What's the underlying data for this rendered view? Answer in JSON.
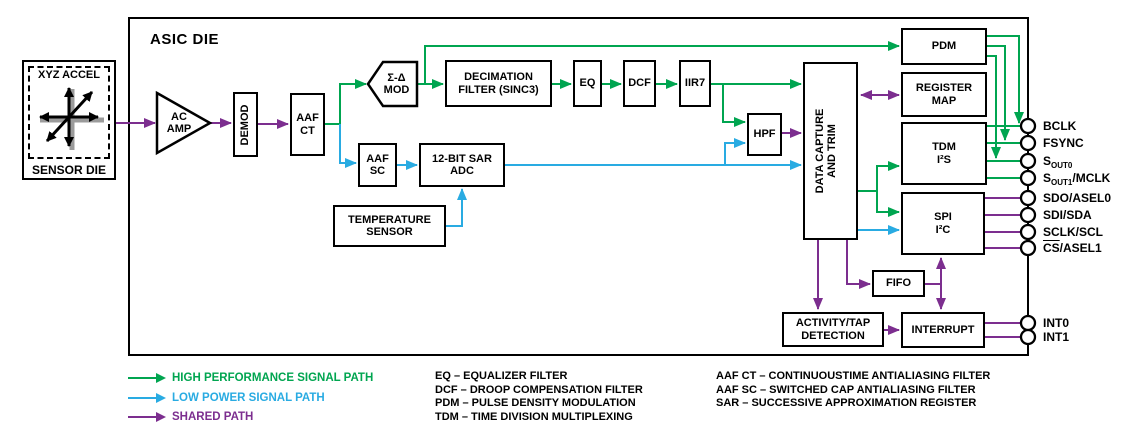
{
  "colors": {
    "high_performance": "#00A550",
    "low_power": "#29ABE2",
    "shared": "#7C2E8F"
  },
  "asic": {
    "title": "ASIC DIE"
  },
  "sensor": {
    "title": "XYZ ACCEL",
    "caption": "SENSOR DIE"
  },
  "blocks": {
    "ac_amp": "AC\nAMP",
    "demod": "DEMOD",
    "aaf_ct": "AAF\nCT",
    "sigma_delta_mod": "Σ-Δ\nMOD",
    "decimation_filter": "DECIMATION\nFILTER (SINC3)",
    "eq": "EQ",
    "dcf": "DCF",
    "iir7": "IIR7",
    "aaf_sc": "AAF\nSC",
    "sar_adc": "12-BIT SAR\nADC",
    "temperature_sensor": "TEMPERATURE\nSENSOR",
    "hpf": "HPF",
    "data_capture": "DATA CAPTURE\nAND TRIM",
    "pdm": "PDM",
    "register_map": "REGISTER\nMAP",
    "tdm_i2s": "TDM\nI²S",
    "spi_i2c": "SPI\nI²C",
    "fifo": "FIFO",
    "activity_tap": "ACTIVITY/TAP\nDETECTION",
    "interrupt": "INTERRUPT"
  },
  "pins": [
    {
      "id": "bclk",
      "parts": [
        {
          "t": "BCLK"
        }
      ]
    },
    {
      "id": "fsync",
      "parts": [
        {
          "t": "FSYNC"
        }
      ]
    },
    {
      "id": "sout0",
      "parts": [
        {
          "t": "S"
        },
        {
          "t": "OUT0",
          "style": "sub"
        }
      ]
    },
    {
      "id": "sout1-mclk",
      "parts": [
        {
          "t": "S"
        },
        {
          "t": "OUT1",
          "style": "sub"
        },
        {
          "t": "/MCLK"
        }
      ]
    },
    {
      "id": "sdo-asel0",
      "parts": [
        {
          "t": "SDO/ASEL0"
        }
      ]
    },
    {
      "id": "sdi-sda",
      "parts": [
        {
          "t": "SDI/SDA"
        }
      ]
    },
    {
      "id": "sclk-scl",
      "parts": [
        {
          "t": "SCLK/SCL"
        }
      ]
    },
    {
      "id": "cs-asel1",
      "parts": [
        {
          "t": "CS",
          "style": "over"
        },
        {
          "t": "/ASEL1"
        }
      ]
    },
    {
      "id": "int0",
      "parts": [
        {
          "t": "INT0"
        }
      ]
    },
    {
      "id": "int1",
      "parts": [
        {
          "t": "INT1"
        }
      ]
    }
  ],
  "legend": [
    {
      "label": "HIGH PERFORMANCE SIGNAL PATH",
      "color_key": "high_performance"
    },
    {
      "label": "LOW POWER SIGNAL PATH",
      "color_key": "low_power"
    },
    {
      "label": "SHARED PATH",
      "color_key": "shared"
    }
  ],
  "abbreviations": {
    "column1": [
      "EQ – EQUALIZER FILTER",
      "DCF – DROOP COMPENSATION FILTER",
      "PDM – PULSE DENSITY MODULATION",
      "TDM – TIME DIVISION MULTIPLEXING"
    ],
    "column2": [
      "AAF CT – CONTINUOUSTIME ANTIALIASING FILTER",
      "AAF SC – SWITCHED CAP ANTIALIASING FILTER",
      "SAR – SUCCESSIVE APPROXIMATION REGISTER"
    ]
  }
}
